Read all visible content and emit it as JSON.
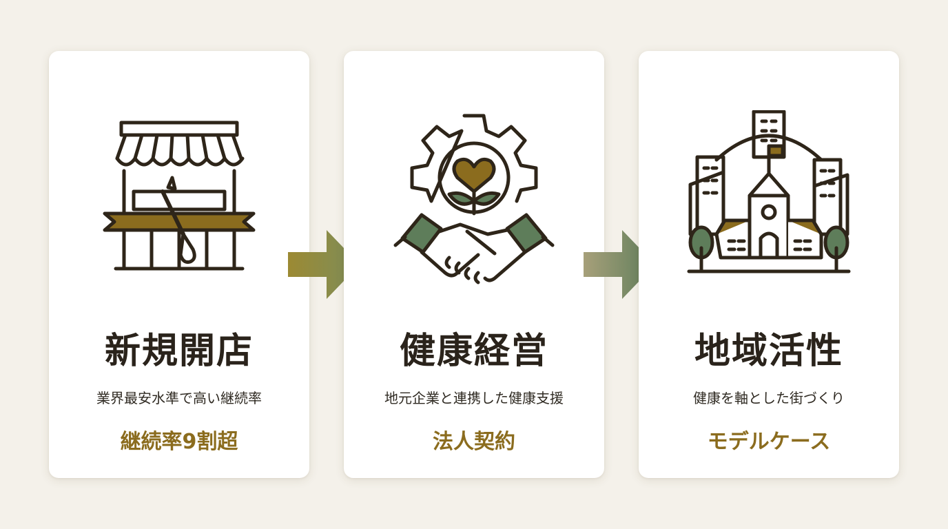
{
  "colors": {
    "background": "#f4f1ea",
    "card": "#ffffff",
    "line": "#2e2519",
    "gold": "#8b6c1e",
    "green": "#5e7d5a"
  },
  "steps": [
    {
      "icon": "storefront-ribbon-cutting-icon",
      "title": "新規開店",
      "subtitle": "業界最安水準で高い継続率",
      "highlight": "継続率9割超"
    },
    {
      "icon": "gear-handshake-icon",
      "title": "健康経営",
      "subtitle": "地元企業と連携した健康支援",
      "highlight": "法人契約"
    },
    {
      "icon": "town-buildings-icon",
      "title": "地域活性",
      "subtitle": "健康を軸とした街づくり",
      "highlight": "モデルケース"
    }
  ],
  "arrows": [
    {
      "icon": "arrow-right-icon"
    },
    {
      "icon": "arrow-right-icon"
    }
  ]
}
